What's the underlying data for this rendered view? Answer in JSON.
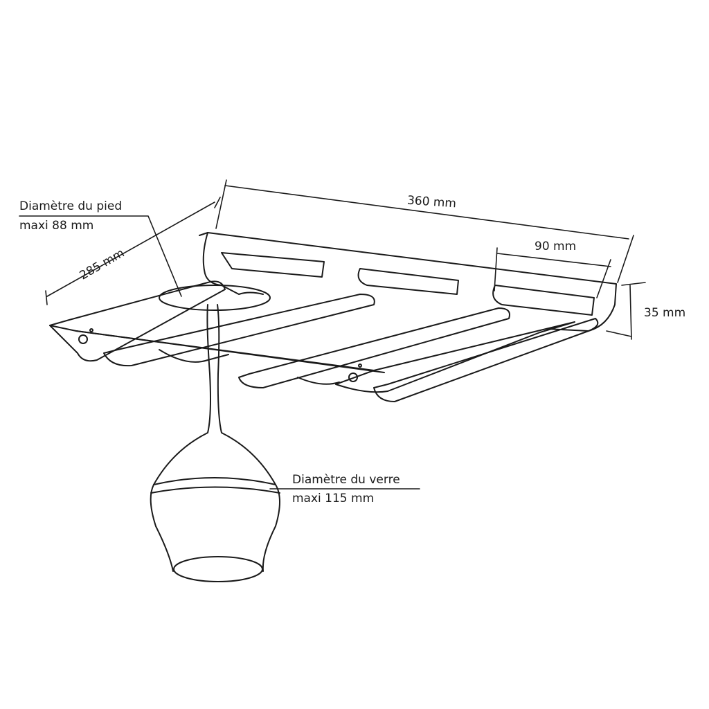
{
  "labels": {
    "width": "360 mm",
    "depth": "285 mm",
    "slot": "90 mm",
    "height": "35 mm",
    "stem_line1": "Diamètre du pied",
    "stem_line2": "maxi  88 mm",
    "glass_line1": "Diamètre du verre",
    "glass_line2": "maxi  115 mm"
  },
  "colors": {
    "line": "#1a1a1a"
  }
}
